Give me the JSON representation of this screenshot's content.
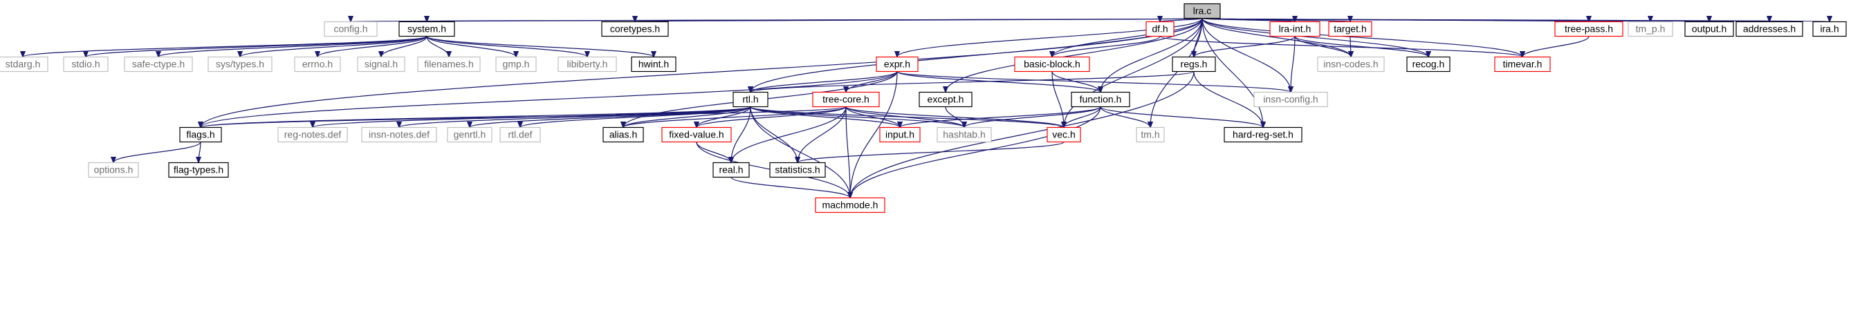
{
  "graph": {
    "colors": {
      "edge": "#191970",
      "root_fill": "#bfbfbf",
      "border_normal": "#000000",
      "border_red": "#ff0000",
      "border_gray": "#bfbfbf",
      "text_normal": "#000000",
      "text_gray": "#6f6f6f"
    },
    "nodes": [
      {
        "id": "lra",
        "label": "lra.c",
        "style": "root"
      },
      {
        "id": "config",
        "label": "config.h",
        "style": "gray"
      },
      {
        "id": "system",
        "label": "system.h",
        "style": "normal"
      },
      {
        "id": "coretypes",
        "label": "coretypes.h",
        "style": "normal"
      },
      {
        "id": "df",
        "label": "df.h",
        "style": "red"
      },
      {
        "id": "lraint",
        "label": "lra-int.h",
        "style": "red"
      },
      {
        "id": "target",
        "label": "target.h",
        "style": "red"
      },
      {
        "id": "treepass",
        "label": "tree-pass.h",
        "style": "red"
      },
      {
        "id": "tmp",
        "label": "tm_p.h",
        "style": "gray"
      },
      {
        "id": "output",
        "label": "output.h",
        "style": "normal"
      },
      {
        "id": "addresses",
        "label": "addresses.h",
        "style": "normal"
      },
      {
        "id": "ira",
        "label": "ira.h",
        "style": "normal"
      },
      {
        "id": "stdarg",
        "label": "stdarg.h",
        "style": "gray"
      },
      {
        "id": "stdio",
        "label": "stdio.h",
        "style": "gray"
      },
      {
        "id": "safectype",
        "label": "safe-ctype.h",
        "style": "gray"
      },
      {
        "id": "systypes",
        "label": "sys/types.h",
        "style": "gray"
      },
      {
        "id": "errno",
        "label": "errno.h",
        "style": "gray"
      },
      {
        "id": "signal",
        "label": "signal.h",
        "style": "gray"
      },
      {
        "id": "filenames",
        "label": "filenames.h",
        "style": "gray"
      },
      {
        "id": "gmp",
        "label": "gmp.h",
        "style": "gray"
      },
      {
        "id": "libiberty",
        "label": "libiberty.h",
        "style": "gray"
      },
      {
        "id": "hwint",
        "label": "hwint.h",
        "style": "normal"
      },
      {
        "id": "basicblock",
        "label": "basic-block.h",
        "style": "red"
      },
      {
        "id": "regs",
        "label": "regs.h",
        "style": "normal"
      },
      {
        "id": "insncodes",
        "label": "insn-codes.h",
        "style": "gray"
      },
      {
        "id": "recog",
        "label": "recog.h",
        "style": "normal"
      },
      {
        "id": "timevar",
        "label": "timevar.h",
        "style": "red"
      },
      {
        "id": "expr",
        "label": "expr.h",
        "style": "red"
      },
      {
        "id": "rtl",
        "label": "rtl.h",
        "style": "normal"
      },
      {
        "id": "treecore",
        "label": "tree-core.h",
        "style": "red"
      },
      {
        "id": "except",
        "label": "except.h",
        "style": "normal"
      },
      {
        "id": "function",
        "label": "function.h",
        "style": "normal"
      },
      {
        "id": "insnconfig",
        "label": "insn-config.h",
        "style": "gray"
      },
      {
        "id": "flags",
        "label": "flags.h",
        "style": "normal"
      },
      {
        "id": "regnotes",
        "label": "reg-notes.def",
        "style": "gray"
      },
      {
        "id": "insnnotes",
        "label": "insn-notes.def",
        "style": "gray"
      },
      {
        "id": "genrtl",
        "label": "genrtl.h",
        "style": "gray"
      },
      {
        "id": "rtldef",
        "label": "rtl.def",
        "style": "gray"
      },
      {
        "id": "alias",
        "label": "alias.h",
        "style": "normal"
      },
      {
        "id": "fixedvalue",
        "label": "fixed-value.h",
        "style": "red"
      },
      {
        "id": "input",
        "label": "input.h",
        "style": "red"
      },
      {
        "id": "hashtab",
        "label": "hashtab.h",
        "style": "gray"
      },
      {
        "id": "vec",
        "label": "vec.h",
        "style": "red"
      },
      {
        "id": "tm",
        "label": "tm.h",
        "style": "gray"
      },
      {
        "id": "hardregset",
        "label": "hard-reg-set.h",
        "style": "normal"
      },
      {
        "id": "options",
        "label": "options.h",
        "style": "gray"
      },
      {
        "id": "flagtypes",
        "label": "flag-types.h",
        "style": "normal"
      },
      {
        "id": "real",
        "label": "real.h",
        "style": "normal"
      },
      {
        "id": "statistics",
        "label": "statistics.h",
        "style": "normal"
      },
      {
        "id": "machmode",
        "label": "machmode.h",
        "style": "red"
      }
    ],
    "edges": [
      [
        "lra",
        "config"
      ],
      [
        "lra",
        "system"
      ],
      [
        "lra",
        "coretypes"
      ],
      [
        "lra",
        "df"
      ],
      [
        "lra",
        "lraint"
      ],
      [
        "lra",
        "target"
      ],
      [
        "lra",
        "treepass"
      ],
      [
        "lra",
        "tmp"
      ],
      [
        "lra",
        "output"
      ],
      [
        "lra",
        "addresses"
      ],
      [
        "lra",
        "ira"
      ],
      [
        "lra",
        "basicblock"
      ],
      [
        "lra",
        "regs"
      ],
      [
        "lra",
        "insncodes"
      ],
      [
        "lra",
        "recog"
      ],
      [
        "lra",
        "timevar"
      ],
      [
        "lra",
        "expr"
      ],
      [
        "lra",
        "rtl"
      ],
      [
        "lra",
        "except"
      ],
      [
        "lra",
        "function"
      ],
      [
        "lra",
        "insnconfig"
      ],
      [
        "lra",
        "flags"
      ],
      [
        "lra",
        "vec"
      ],
      [
        "lra",
        "tm"
      ],
      [
        "lra",
        "hardregset"
      ],
      [
        "system",
        "stdarg"
      ],
      [
        "system",
        "stdio"
      ],
      [
        "system",
        "safectype"
      ],
      [
        "system",
        "systypes"
      ],
      [
        "system",
        "errno"
      ],
      [
        "system",
        "signal"
      ],
      [
        "system",
        "filenames"
      ],
      [
        "system",
        "gmp"
      ],
      [
        "system",
        "libiberty"
      ],
      [
        "system",
        "hwint"
      ],
      [
        "df",
        "basicblock"
      ],
      [
        "df",
        "timevar"
      ],
      [
        "lraint",
        "regs"
      ],
      [
        "lraint",
        "insncodes"
      ],
      [
        "lraint",
        "recog"
      ],
      [
        "lraint",
        "insnconfig"
      ],
      [
        "target",
        "insncodes"
      ],
      [
        "treepass",
        "timevar"
      ],
      [
        "basicblock",
        "function"
      ],
      [
        "basicblock",
        "vec"
      ],
      [
        "regs",
        "rtl"
      ],
      [
        "regs",
        "hardregset"
      ],
      [
        "regs",
        "machmode"
      ],
      [
        "expr",
        "rtl"
      ],
      [
        "expr",
        "treecore"
      ],
      [
        "expr",
        "function"
      ],
      [
        "expr",
        "insnconfig"
      ],
      [
        "expr",
        "flags"
      ],
      [
        "expr",
        "alias"
      ],
      [
        "expr",
        "machmode"
      ],
      [
        "rtl",
        "flags"
      ],
      [
        "rtl",
        "regnotes"
      ],
      [
        "rtl",
        "insnnotes"
      ],
      [
        "rtl",
        "genrtl"
      ],
      [
        "rtl",
        "rtldef"
      ],
      [
        "rtl",
        "alias"
      ],
      [
        "rtl",
        "fixedvalue"
      ],
      [
        "rtl",
        "input"
      ],
      [
        "rtl",
        "hashtab"
      ],
      [
        "rtl",
        "vec"
      ],
      [
        "rtl",
        "real"
      ],
      [
        "rtl",
        "statistics"
      ],
      [
        "rtl",
        "machmode"
      ],
      [
        "treecore",
        "alias"
      ],
      [
        "treecore",
        "flags"
      ],
      [
        "treecore",
        "fixedvalue"
      ],
      [
        "treecore",
        "input"
      ],
      [
        "treecore",
        "hashtab"
      ],
      [
        "treecore",
        "vec"
      ],
      [
        "treecore",
        "real"
      ],
      [
        "treecore",
        "statistics"
      ],
      [
        "treecore",
        "machmode"
      ],
      [
        "except",
        "hashtab"
      ],
      [
        "function",
        "input"
      ],
      [
        "function",
        "hashtab"
      ],
      [
        "function",
        "vec"
      ],
      [
        "function",
        "tm"
      ],
      [
        "function",
        "hardregset"
      ],
      [
        "function",
        "machmode"
      ],
      [
        "vec",
        "statistics"
      ],
      [
        "flags",
        "options"
      ],
      [
        "flags",
        "flagtypes"
      ],
      [
        "fixedvalue",
        "real"
      ],
      [
        "fixedvalue",
        "machmode"
      ],
      [
        "real",
        "machmode"
      ]
    ]
  }
}
